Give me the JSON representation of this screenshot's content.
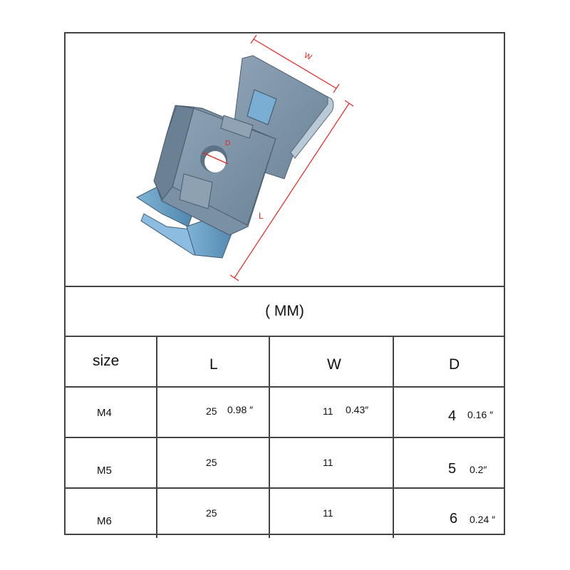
{
  "figure": {
    "annotations": {
      "width_label": "W",
      "length_label": "L",
      "diameter_label": "D"
    },
    "colors": {
      "annotation": "#e52626",
      "border": "#444444",
      "metal": "#7f97ab"
    }
  },
  "table": {
    "unit_caption": "( MM)",
    "headers": {
      "size": "size",
      "L": "L",
      "W": "W",
      "D": "D"
    },
    "rows": [
      {
        "size": "M4",
        "L_mm": "25",
        "L_in": "0.98 ″",
        "W_mm": "11",
        "W_in": "0.43″",
        "D_mm": "4",
        "D_in": "0.16 ″"
      },
      {
        "size": "M5",
        "L_mm": "25",
        "L_in": "",
        "W_mm": "11",
        "W_in": "",
        "D_mm": "5",
        "D_in": "0.2″"
      },
      {
        "size": "M6",
        "L_mm": "25",
        "L_in": "",
        "W_mm": "11",
        "W_in": "",
        "D_mm": "6",
        "D_in": "0.24 ″"
      }
    ]
  }
}
